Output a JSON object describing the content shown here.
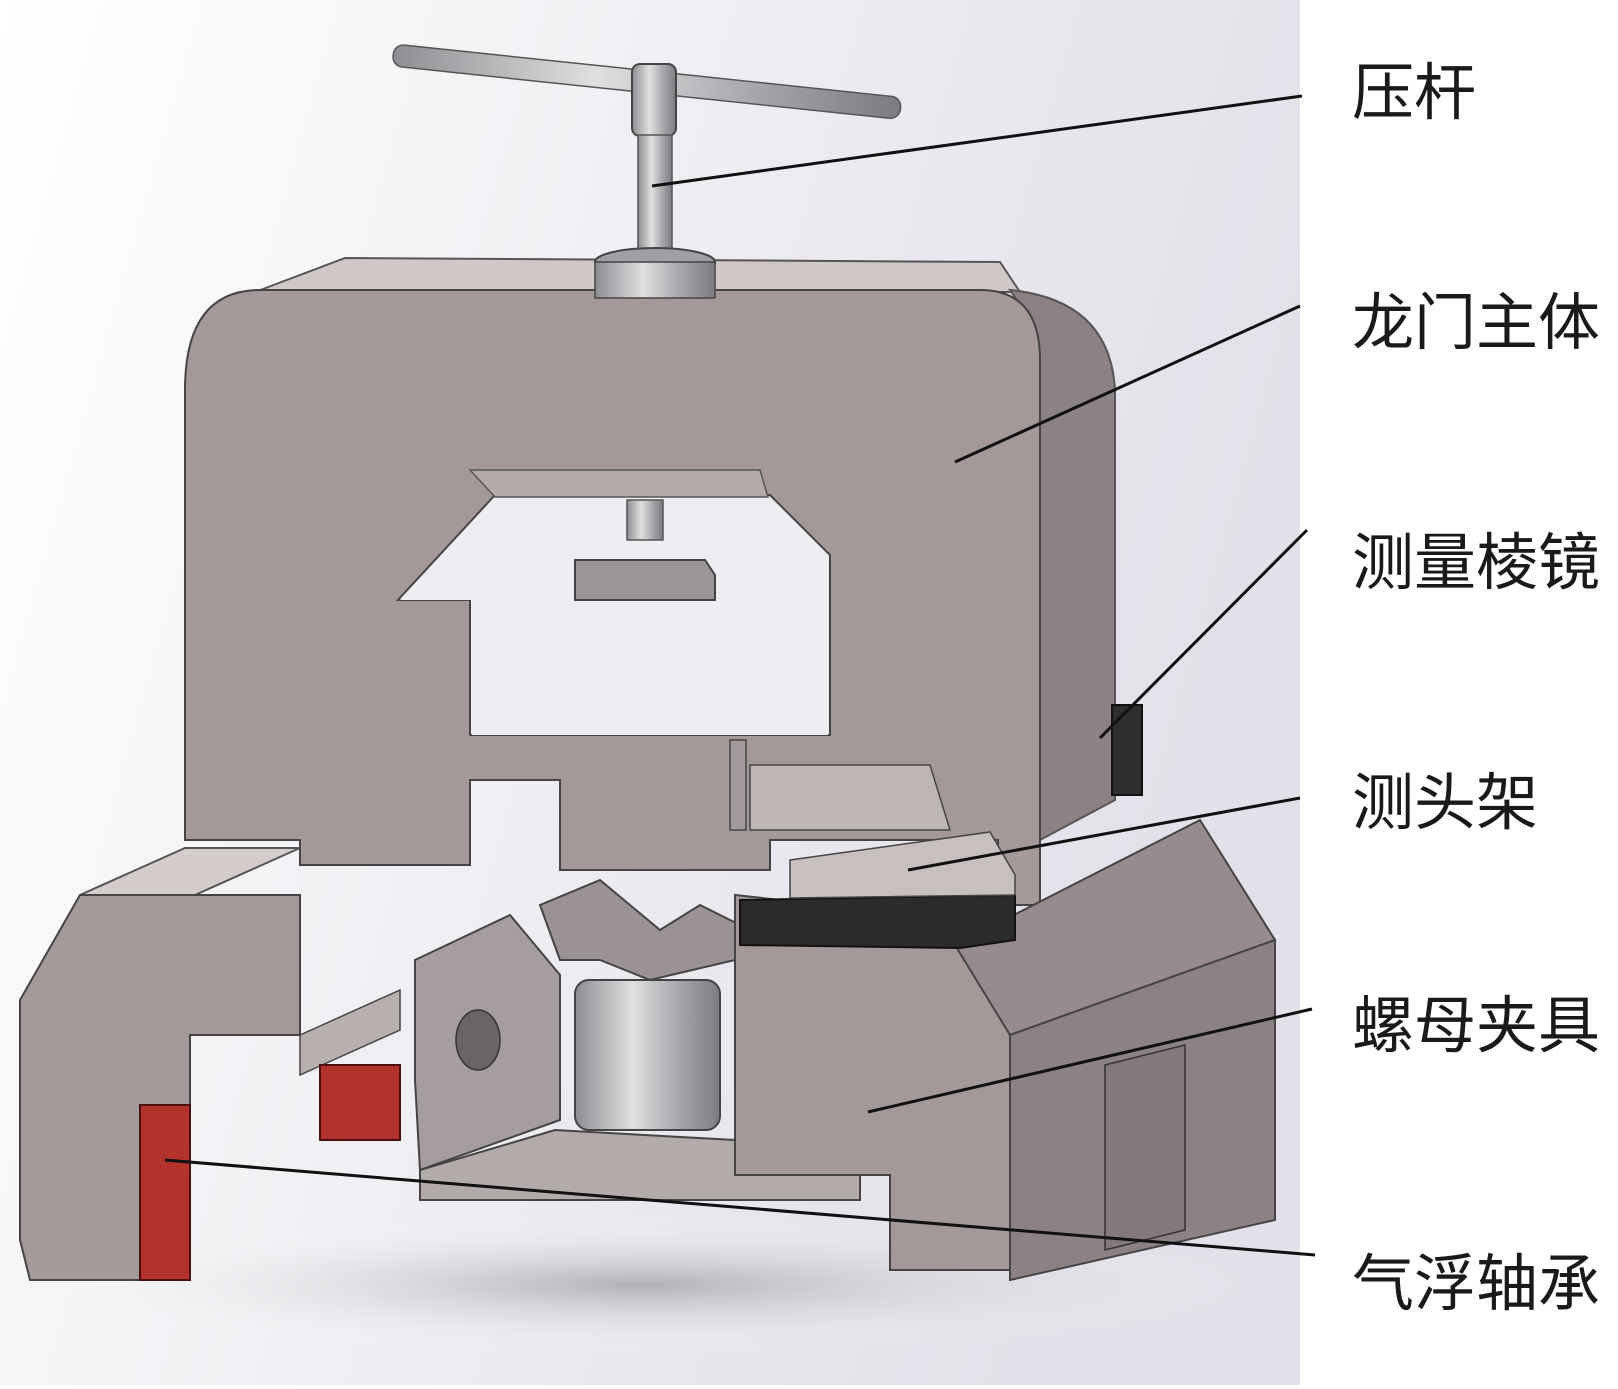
{
  "labels": [
    {
      "id": "press-rod",
      "text": "压杆"
    },
    {
      "id": "gantry-body",
      "text": "龙门主体"
    },
    {
      "id": "measuring-prism",
      "text": "测量棱镜"
    },
    {
      "id": "probe-holder",
      "text": "测头架"
    },
    {
      "id": "nut-fixture",
      "text": "螺母夹具"
    },
    {
      "id": "air-bearing",
      "text": "气浮轴承"
    }
  ],
  "colors": {
    "frame": "#a59a9a",
    "frame_dark": "#8a7f80",
    "frame_light": "#c8c0bf",
    "steel": "#b5b5b8",
    "bearing_red": "#b3322b",
    "pad_black": "#2b2b2b",
    "leader_line": "#111111",
    "text": "#1a1a1a"
  }
}
